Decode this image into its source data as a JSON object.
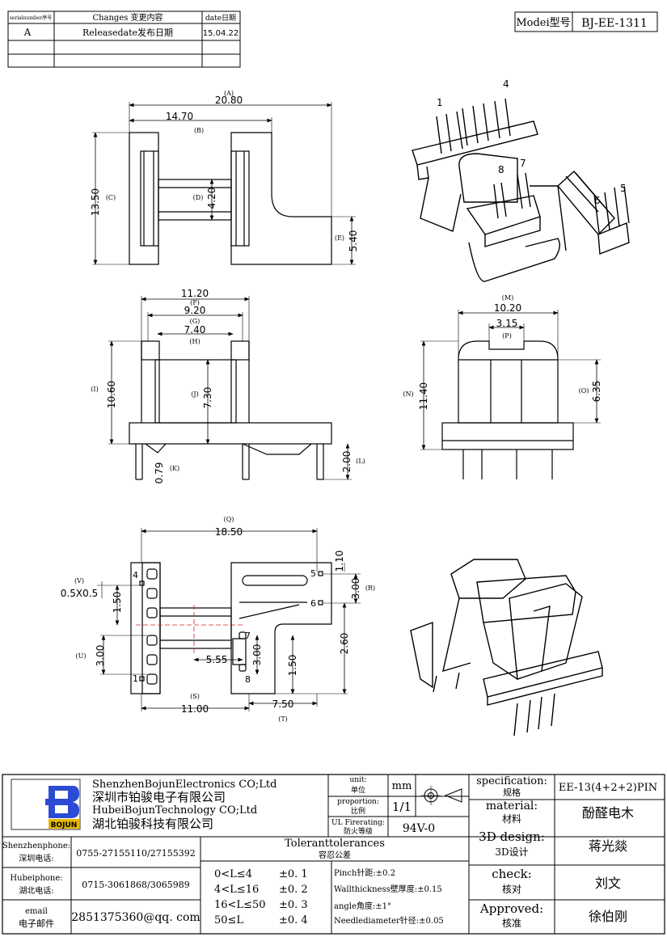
{
  "revision_table": {
    "headers": [
      "serialnumber序号",
      "Changes 变更内容",
      "date日期"
    ],
    "rows": [
      [
        "A",
        "Releasedate发布日期",
        "15.04.22"
      ]
    ]
  },
  "model": {
    "label": "Modei型号",
    "value": "BJ-EE-1311"
  },
  "views": {
    "top": {
      "A": "(A)",
      "A_val": "20.80",
      "B": "(B)",
      "B_val": "14.70",
      "C": "(C)",
      "C_val": "13.50",
      "D": "(D)",
      "D_val": "4.20",
      "E": "(E)",
      "E_val": "5.40"
    },
    "front": {
      "F": "(F)",
      "F_val": "11.20",
      "G": "(G)",
      "G_val": "9.20",
      "H": "(H)",
      "H_val": "7.40",
      "I": "(I)",
      "I_val": "10.60",
      "J": "(J)",
      "J_val": "7.30",
      "K": "(K)",
      "K_val": "0.79",
      "L": "(L)",
      "L_val": "2.00"
    },
    "side": {
      "M": "(M)",
      "M_val": "10.20",
      "P": "(P)",
      "P_val": "3.15",
      "N": "(N)",
      "N_val": "11.40",
      "O": "(O)",
      "O_val": "6.35"
    },
    "bottom": {
      "Q": "(Q)",
      "Q_val": "18.50",
      "V": "(V)",
      "V_val": "0.5X0.5",
      "R": "(R)",
      "R_val": "3.00",
      "R_top": "1.10",
      "U": "(U)",
      "U_val": "3.00",
      "v150": "1.50",
      "S": "(S)",
      "S_val": "11.00",
      "T": "(T)",
      "T_val": "7.50",
      "v555": "5.55",
      "v300b": "3.00",
      "v150b": "1.50",
      "v260": "2.60",
      "pin1": "1",
      "pin4": "4",
      "pin5": "5",
      "pin6": "6",
      "pin7": "7",
      "pin8": "8"
    },
    "iso_pins": {
      "p1": "1",
      "p4": "4",
      "p5": "5",
      "p6": "6",
      "p7": "7",
      "p8": "8"
    }
  },
  "title_block": {
    "company_en1": "ShenzhenBojunElectronics CO;Ltd",
    "company_cn1": "深圳市铂骏电子有限公司",
    "company_en2": "HubeiBojunTechnology CO;Ltd",
    "company_cn2": "湖北铂骏科技有限公司",
    "logo_text": "BOJUN",
    "unit_label_en": "unit:",
    "unit_label_cn": "单位",
    "unit_value": "mm",
    "proportion_label_en": "proportion:",
    "proportion_label_cn": "比例",
    "proportion_value": "1/1",
    "ul_label_en": "UL Firerating:",
    "ul_label_cn": "防火等级",
    "ul_value": "94V-0",
    "spec_label_en": "specification:",
    "spec_label_cn": "规格",
    "spec_value": "EE-13(4+2+2)PIN",
    "material_label_en": "material:",
    "material_label_cn": "材料",
    "material_value": "酚醛电木",
    "design_label_en": "3D design:",
    "design_label_cn": "3D设计",
    "design_value": "蒋光燚",
    "check_label_en": "check:",
    "check_label_cn": "核对",
    "check_value": "刘文",
    "approved_label_en": "Approved:",
    "approved_label_cn": "核准",
    "approved_value": "徐伯刚",
    "sz_phone_label_en": "Shenzhenphone:",
    "sz_phone_label_cn": "深圳电话:",
    "sz_phone_value": "0755-27155110/27155392",
    "hb_phone_label_en": "Hubeiphone:",
    "hb_phone_label_cn": "湖北电话:",
    "hb_phone_value": "0715-3061868/3065989",
    "email_label_en": "email",
    "email_label_cn": "电子邮件",
    "email_value": "2851375360@qq. com",
    "tol_title_en": "Toleranttolerances",
    "tol_title_cn": "容忍公差",
    "tolerances": [
      {
        "range": "0<L≤4",
        "value": "±0. 1"
      },
      {
        "range": "4<L≤16",
        "value": "±0. 2"
      },
      {
        "range": "16<L≤50",
        "value": "±0. 3"
      },
      {
        "range": "50≤L",
        "value": "±0. 4"
      }
    ],
    "notes": [
      "Pinch针距:±0.2",
      "Wallthickness壁厚度:±0.15",
      "angle角度:±1°",
      "Needlediameter针径:±0.05"
    ]
  }
}
